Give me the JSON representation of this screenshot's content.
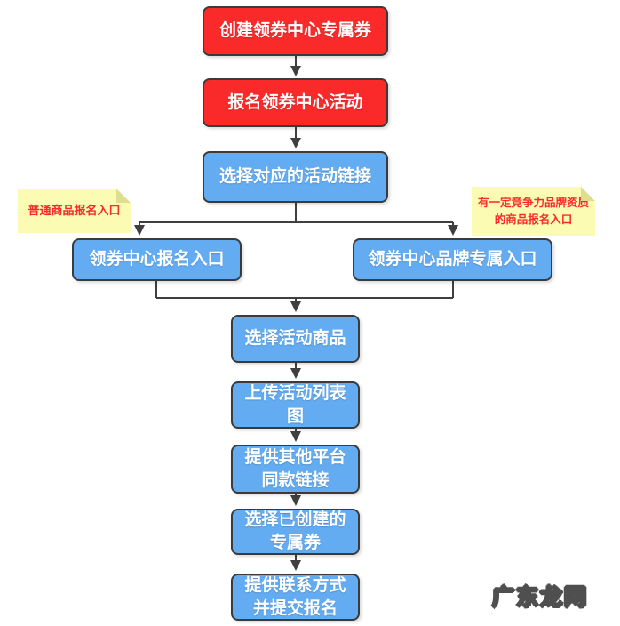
{
  "colors": {
    "node_red": "#fa2a2a",
    "node_blue": "#63acf2",
    "node_border": "#3b3b3b",
    "node_text": "#ffffff",
    "connector": "#3f3f3f",
    "note_background": "#fbfbb4",
    "note_fold": "#dede8f",
    "note_text": "#f92b2b",
    "watermark_outline": "#4f4f4f"
  },
  "nodes": [
    {
      "label": "创建领券中心专属券",
      "type": "red"
    },
    {
      "label": "报名领券中心活动",
      "type": "red"
    },
    {
      "label": "选择对应的活动链接",
      "type": "blue"
    },
    {
      "label": "领券中心报名入口",
      "type": "blue"
    },
    {
      "label": "领券中心品牌专属入口",
      "type": "blue"
    },
    {
      "label": "选择活动商品",
      "type": "blue"
    },
    {
      "label": "上传活动列表图",
      "type": "blue"
    },
    {
      "label": "提供其他平台同款链接",
      "type": "blue"
    },
    {
      "label": "选择已创建的专属券",
      "type": "blue"
    },
    {
      "label": "提供联系方式并提交报名",
      "type": "blue"
    }
  ],
  "notes": [
    {
      "label": "普通商品报名入口",
      "side": "left"
    },
    {
      "label": "有一定竞争力品牌资质的商品报名入口",
      "side": "right"
    }
  ],
  "watermark": {
    "text": "广东龙网"
  }
}
